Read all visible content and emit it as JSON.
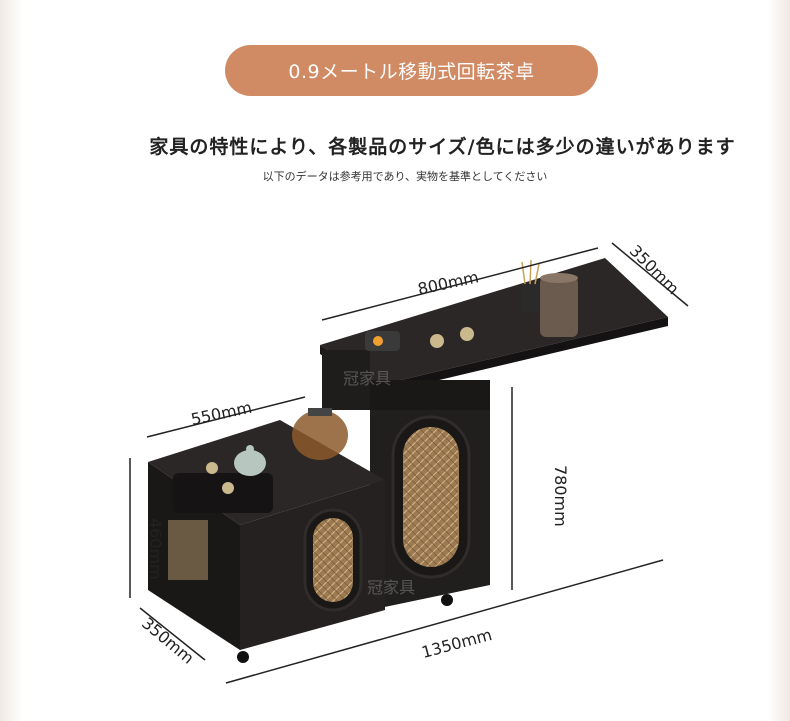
{
  "title": "0.9メートル移動式回転茶卓",
  "subtitle": "家具の特性により、各製品のサイズ/色には多少の違いがあります",
  "note": "以下のデータは参考用であり、実物を基準としてください",
  "dimensions": {
    "top_width": "800mm",
    "top_depth": "350mm",
    "tray_width": "550mm",
    "height_low": "460mm",
    "height_high": "780mm",
    "base_depth": "350mm",
    "total_width": "1350mm"
  },
  "watermark": "冠家具",
  "colors": {
    "accent": "#d08a64",
    "cabinet": "#1c1a19",
    "rattan": "#b08a5e"
  }
}
